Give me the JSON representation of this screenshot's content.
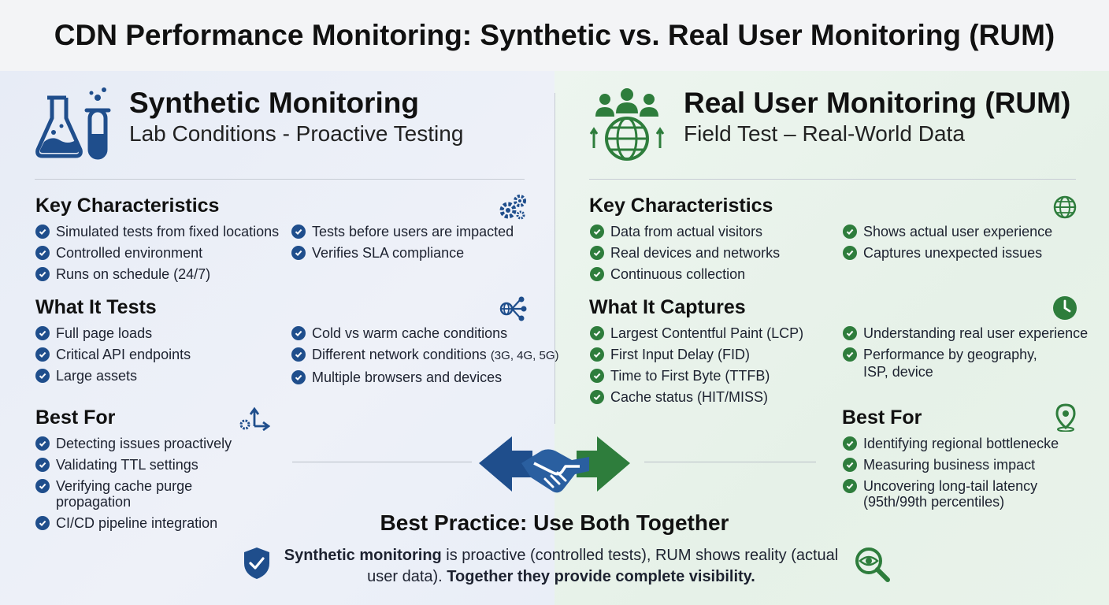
{
  "title": "CDN Performance Monitoring: Synthetic vs. Real User Monitoring (RUM)",
  "colors": {
    "synthetic_accent": "#1f4e8c",
    "rum_accent": "#2e7d3c"
  },
  "synthetic": {
    "icon": "lab-flask-icon",
    "title": "Synthetic Monitoring",
    "subtitle": "Lab Conditions - Proactive Testing",
    "key_characteristics": {
      "title": "Key Characteristics",
      "icon": "gears-icon",
      "col1": [
        "Simulated tests from fixed locations",
        "Controlled environment",
        "Runs on schedule (24/7)"
      ],
      "col2": [
        "Tests before users are impacted",
        "Verifies SLA compliance"
      ]
    },
    "what_it_tests": {
      "title": "What It Tests",
      "icon": "network-share-icon",
      "col1": [
        "Full page loads",
        "Critical API endpoints",
        "Large assets"
      ],
      "col2_a": "Cold vs warm cache conditions",
      "col2_b_main": "Different network conditions",
      "col2_b_small": "(3G, 4G, 5G)",
      "col2_c": "Multiple browsers and devices"
    },
    "best_for": {
      "title": "Best For",
      "icon": "pipeline-arrows-icon",
      "items": [
        "Detecting issues proactively",
        "Validating TTL settings",
        "Verifying cache purge",
        "propagation",
        "CI/CD pipeline integration"
      ]
    }
  },
  "rum": {
    "icon": "users-globe-icon",
    "title": "Real User Monitoring (RUM)",
    "subtitle": "Field Test – Real-World Data",
    "key_characteristics": {
      "title": "Key Characteristics",
      "icon": "globe-icon",
      "col1": [
        "Data from actual visitors",
        "Real devices and networks",
        "Continuous collection"
      ],
      "col2": [
        "Shows actual user experience",
        "Captures unexpected issues"
      ]
    },
    "what_it_captures": {
      "title": "What It Captures",
      "icon": "clock-icon",
      "col1": [
        "Largest Contentful Paint (LCP)",
        "First Input Delay (FID)",
        "Time to First Byte (TTFB)",
        "Cache status (HIT/MISS)"
      ],
      "col2": [
        "Understanding real user experience",
        "Performance by geography,",
        "ISP, device"
      ]
    },
    "best_for": {
      "title": "Best For",
      "icon": "map-pin-icon",
      "items": [
        "Identifying regional bottlenecke",
        "Measuring business impact",
        "Uncovering long-tail latency",
        "(95th/99th percentiles)"
      ]
    }
  },
  "best_practice": {
    "icon": "handshake-arrows-icon",
    "title": "Best Practice: Use Both Together",
    "shield_icon": "shield-check-icon",
    "search_icon": "magnifier-eye-icon",
    "text_bold_1": "Synthetic monitoring",
    "text_1": " is proactive (controlled tests), RUM shows reality (actual user data). ",
    "text_bold_2": "Together they provide complete visibility."
  }
}
